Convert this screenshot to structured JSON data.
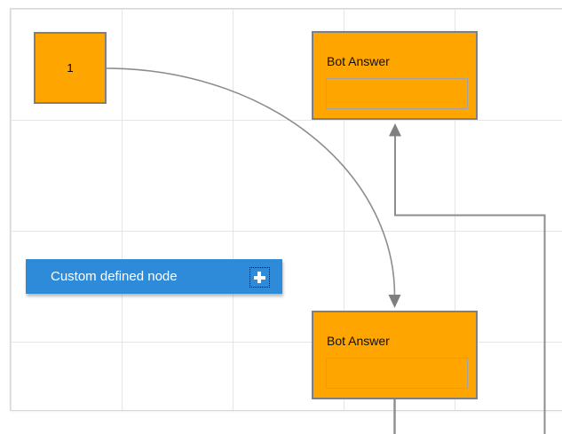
{
  "diagram": {
    "nodes": {
      "start": {
        "label": "1",
        "shape": "square",
        "fill": "#FFA500"
      },
      "bot_answer_top": {
        "title": "Bot Answer",
        "shape": "rectangle",
        "fill": "#FFA500",
        "has_input_field": true
      },
      "bot_answer_bottom": {
        "title": "Bot Answer",
        "shape": "rectangle",
        "fill": "#FFA500",
        "has_input_field": true
      },
      "custom": {
        "label": "Custom defined node",
        "fill": "#2E8BD9",
        "icon": "plus-icon"
      }
    },
    "connectors": [
      {
        "from": "start",
        "to": "bot_answer_bottom",
        "style": "curved",
        "arrow": "target"
      },
      {
        "from": "bot_answer_bottom",
        "to": "bot_answer_top",
        "style": "orthogonal",
        "arrow": "target"
      }
    ],
    "palette": {
      "node_border": "#7F7F7F",
      "connector": "#8D8D8D",
      "arrow": "#7F7F7F",
      "grid_line": "#E5E5E5",
      "canvas_border": "#D9D9D9",
      "text_dark": "#101010",
      "text_light": "#FFFFFF"
    }
  }
}
